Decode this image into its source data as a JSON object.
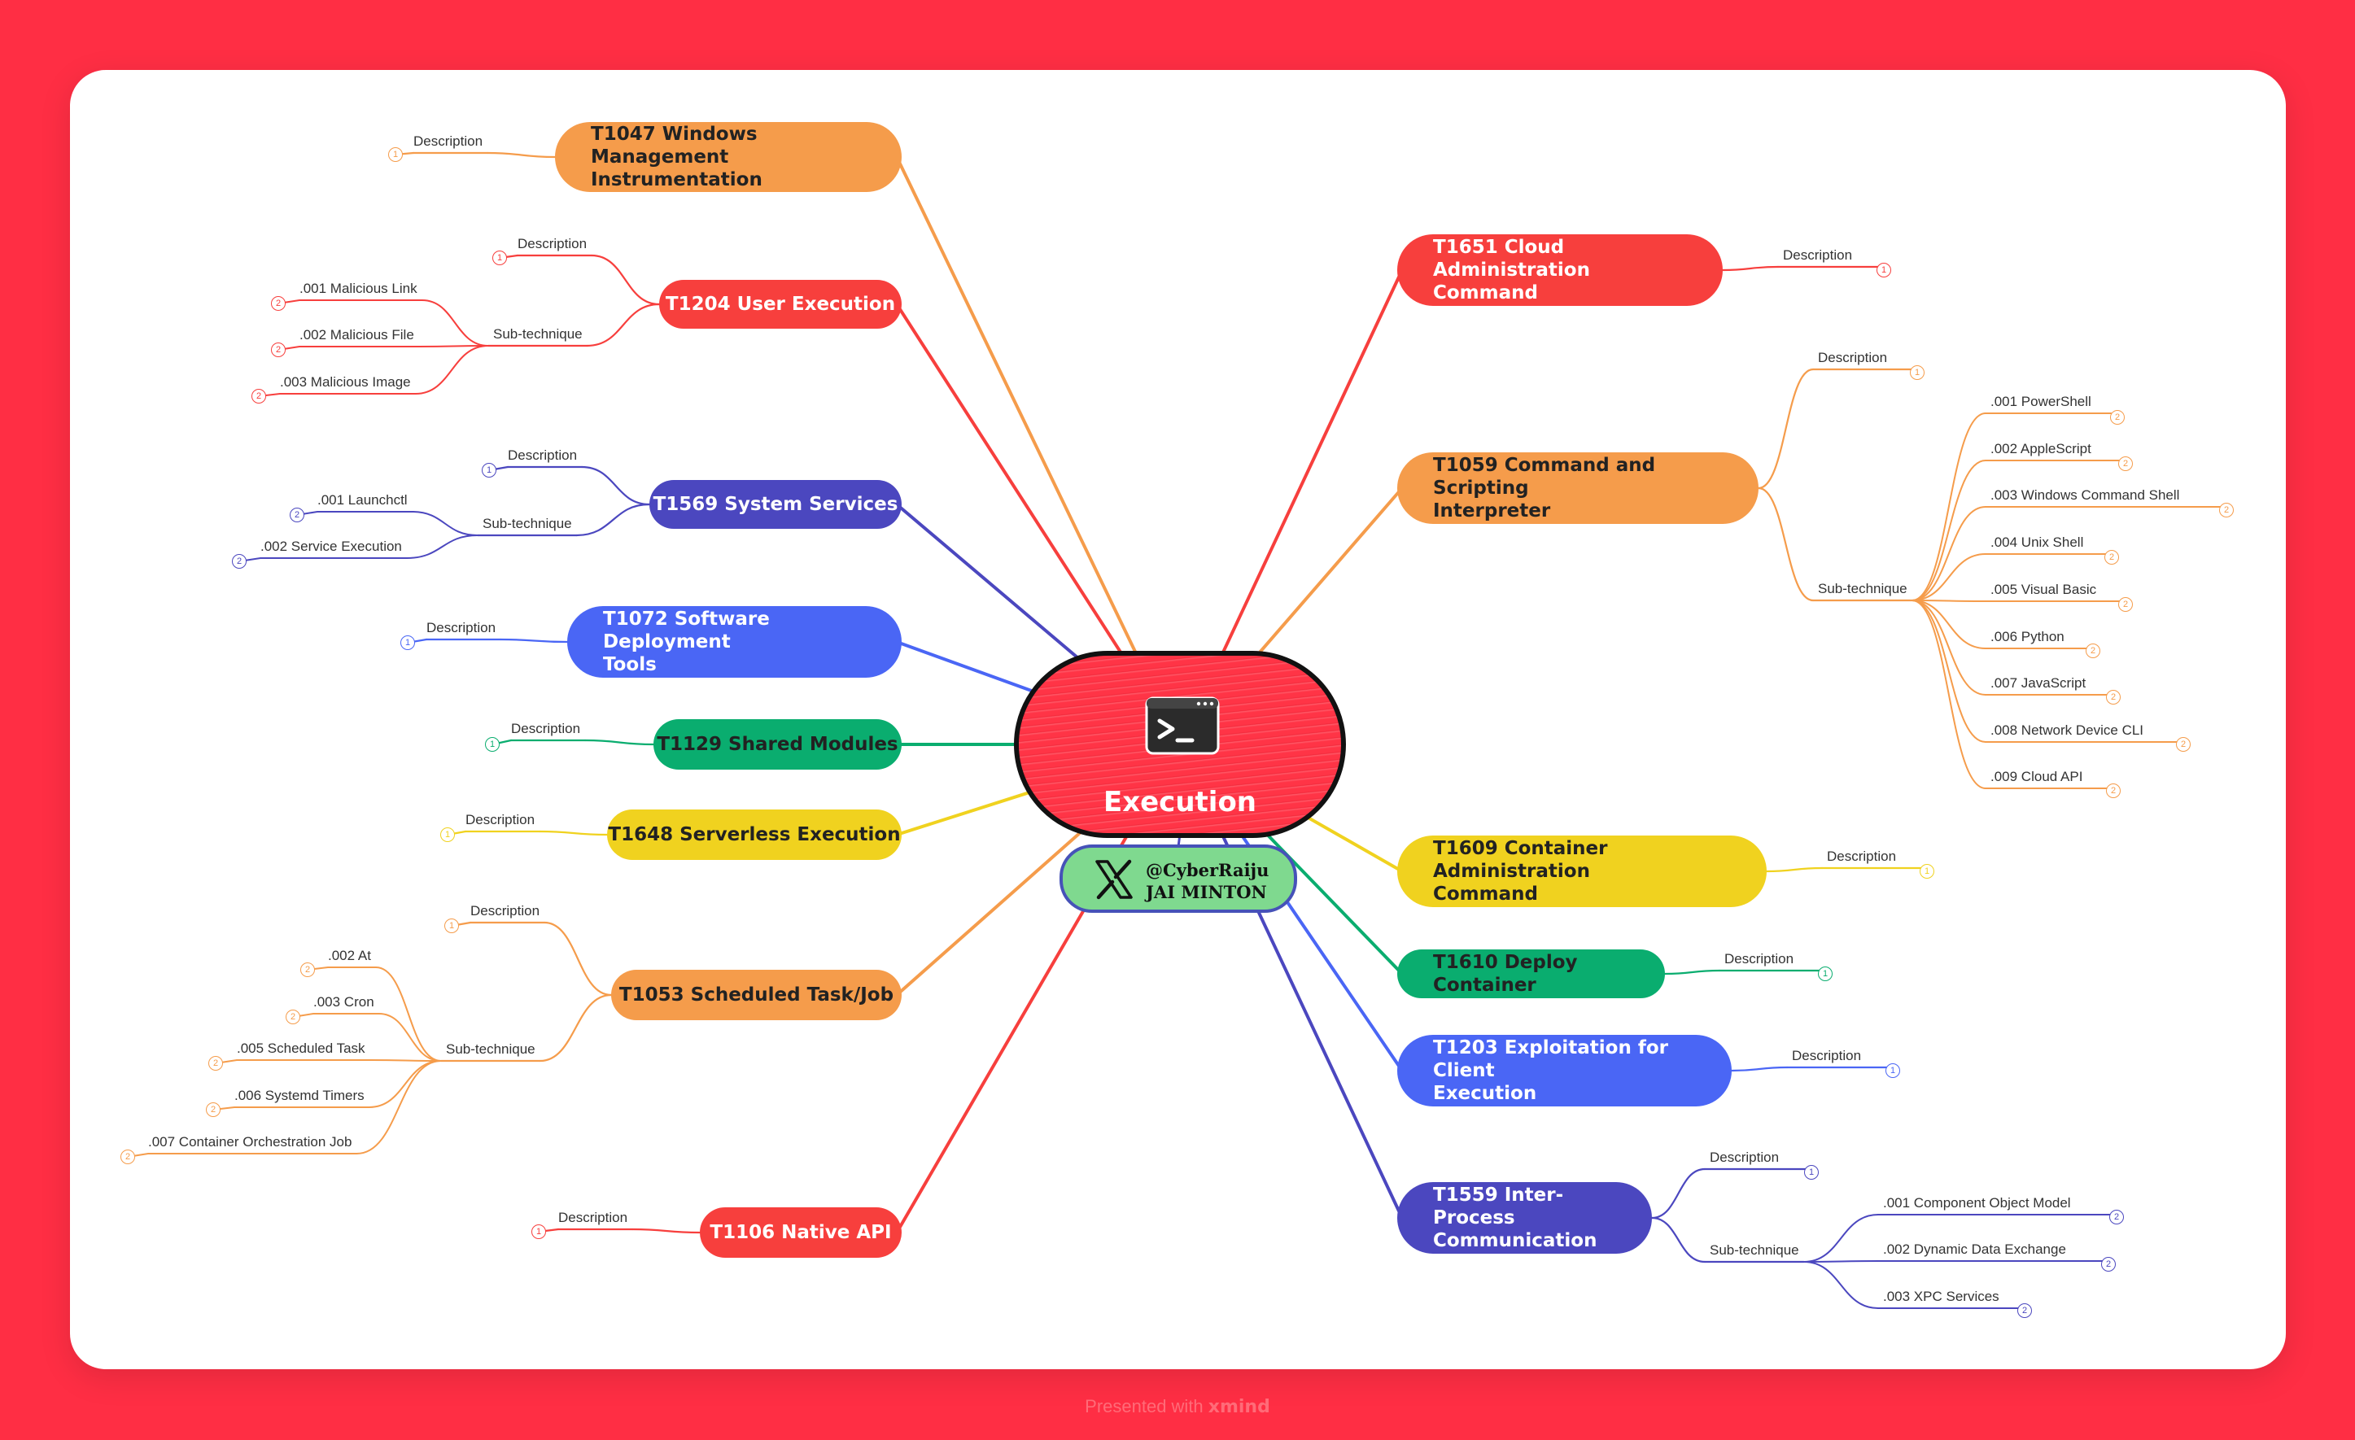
{
  "central": {
    "title": "Execution",
    "icon": "terminal-icon",
    "color": "#ff3446"
  },
  "credit": {
    "logo": "x-logo-icon",
    "handle": "@CyberRaiju",
    "name": "JAI MINTON"
  },
  "footer": {
    "prefix": "Presented with ",
    "brand": "xmind"
  },
  "colors": {
    "orange": "#f59c4b",
    "red": "#f73f3d",
    "indigo": "#4b47bf",
    "blue": "#4a66f5",
    "green": "#0aad6f",
    "yellow": "#f0d21f",
    "background": "#ff2e44"
  },
  "topics": [
    {
      "id": "t1047",
      "label": "T1047 Windows Management Instrumentation",
      "lines": [
        "T1047 Windows Management",
        "Instrumentation"
      ],
      "color": "#f59c4b",
      "children": [
        {
          "label": "Description",
          "badge": "1"
        }
      ]
    },
    {
      "id": "t1204",
      "label": "T1204 User Execution",
      "lines": [
        "T1204 User Execution"
      ],
      "color": "#f73f3d",
      "children": [
        {
          "label": "Description",
          "badge": "1"
        },
        {
          "label": "Sub-technique",
          "children": [
            {
              "label": ".001 Malicious Link",
              "badge": "2"
            },
            {
              "label": ".002 Malicious File",
              "badge": "2"
            },
            {
              "label": ".003 Malicious Image",
              "badge": "2"
            }
          ]
        }
      ]
    },
    {
      "id": "t1569",
      "label": "T1569 System Services",
      "lines": [
        "T1569 System Services"
      ],
      "color": "#4b47bf",
      "children": [
        {
          "label": "Description",
          "badge": "1"
        },
        {
          "label": "Sub-technique",
          "children": [
            {
              "label": ".001 Launchctl",
              "badge": "2"
            },
            {
              "label": ".002 Service Execution",
              "badge": "2"
            }
          ]
        }
      ]
    },
    {
      "id": "t1072",
      "label": "T1072 Software Deployment Tools",
      "lines": [
        "T1072 Software Deployment",
        "Tools"
      ],
      "color": "#4a66f5",
      "children": [
        {
          "label": "Description",
          "badge": "1"
        }
      ]
    },
    {
      "id": "t1129",
      "label": "T1129 Shared Modules",
      "lines": [
        "T1129 Shared Modules"
      ],
      "color": "#0aad6f",
      "children": [
        {
          "label": "Description",
          "badge": "1"
        }
      ]
    },
    {
      "id": "t1648",
      "label": "T1648 Serverless Execution",
      "lines": [
        "T1648 Serverless Execution"
      ],
      "color": "#f0d21f",
      "children": [
        {
          "label": "Description",
          "badge": "1"
        }
      ]
    },
    {
      "id": "t1053",
      "label": "T1053 Scheduled Task/Job",
      "lines": [
        "T1053 Scheduled Task/Job"
      ],
      "color": "#f59c4b",
      "children": [
        {
          "label": "Description",
          "badge": "1"
        },
        {
          "label": "Sub-technique",
          "children": [
            {
              "label": ".002  At",
              "badge": "2"
            },
            {
              "label": ".003 Cron",
              "badge": "2"
            },
            {
              "label": ".005 Scheduled Task",
              "badge": "2"
            },
            {
              "label": ".006 Systemd Timers",
              "badge": "2"
            },
            {
              "label": ".007 Container Orchestration Job",
              "badge": "2"
            }
          ]
        }
      ]
    },
    {
      "id": "t1106",
      "label": "T1106 Native API",
      "lines": [
        "T1106 Native API"
      ],
      "color": "#f73f3d",
      "children": [
        {
          "label": "Description",
          "badge": "1"
        }
      ]
    },
    {
      "id": "t1651",
      "label": "T1651 Cloud Administration Command",
      "lines": [
        "T1651 Cloud Administration",
        "Command"
      ],
      "color": "#f73f3d",
      "children": [
        {
          "label": "Description",
          "badge": "1"
        }
      ]
    },
    {
      "id": "t1059",
      "label": "T1059 Command and Scripting Interpreter",
      "lines": [
        "T1059 Command and Scripting",
        "Interpreter"
      ],
      "color": "#f59c4b",
      "children": [
        {
          "label": "Description",
          "badge": "1"
        },
        {
          "label": "Sub-technique",
          "children": [
            {
              "label": ".001 PowerShell",
              "badge": "2"
            },
            {
              "label": ".002 AppleScript",
              "badge": "2"
            },
            {
              "label": ".003 Windows Command Shell",
              "badge": "2"
            },
            {
              "label": ".004 Unix Shell",
              "badge": "2"
            },
            {
              "label": ".005 Visual Basic",
              "badge": "2"
            },
            {
              "label": ".006 Python",
              "badge": "2"
            },
            {
              "label": ".007 JavaScript",
              "badge": "2"
            },
            {
              "label": ".008 Network Device CLI",
              "badge": "2"
            },
            {
              "label": ".009 Cloud API",
              "badge": "2"
            }
          ]
        }
      ]
    },
    {
      "id": "t1609",
      "label": "T1609 Container Administration Command",
      "lines": [
        "T1609 Container Administration",
        "Command"
      ],
      "color": "#f0d21f",
      "children": [
        {
          "label": "Description",
          "badge": "1"
        }
      ]
    },
    {
      "id": "t1610",
      "label": "T1610 Deploy Container",
      "lines": [
        "T1610 Deploy Container"
      ],
      "color": "#0aad6f",
      "children": [
        {
          "label": "Description",
          "badge": "1"
        }
      ]
    },
    {
      "id": "t1203",
      "label": "T1203 Exploitation for Client Execution",
      "lines": [
        "T1203 Exploitation for Client",
        "Execution"
      ],
      "color": "#4a66f5",
      "children": [
        {
          "label": "Description",
          "badge": "1"
        }
      ]
    },
    {
      "id": "t1559",
      "label": "T1559 Inter-Process Communication",
      "lines": [
        "T1559 Inter-Process",
        "Communication"
      ],
      "color": "#4b47bf",
      "children": [
        {
          "label": "Description",
          "badge": "1"
        },
        {
          "label": "Sub-technique",
          "children": [
            {
              "label": ".001 Component Object Model",
              "badge": "2"
            },
            {
              "label": ".002 Dynamic Data Exchange",
              "badge": "2"
            },
            {
              "label": ".003 XPC Services",
              "badge": "2"
            }
          ]
        }
      ]
    }
  ]
}
